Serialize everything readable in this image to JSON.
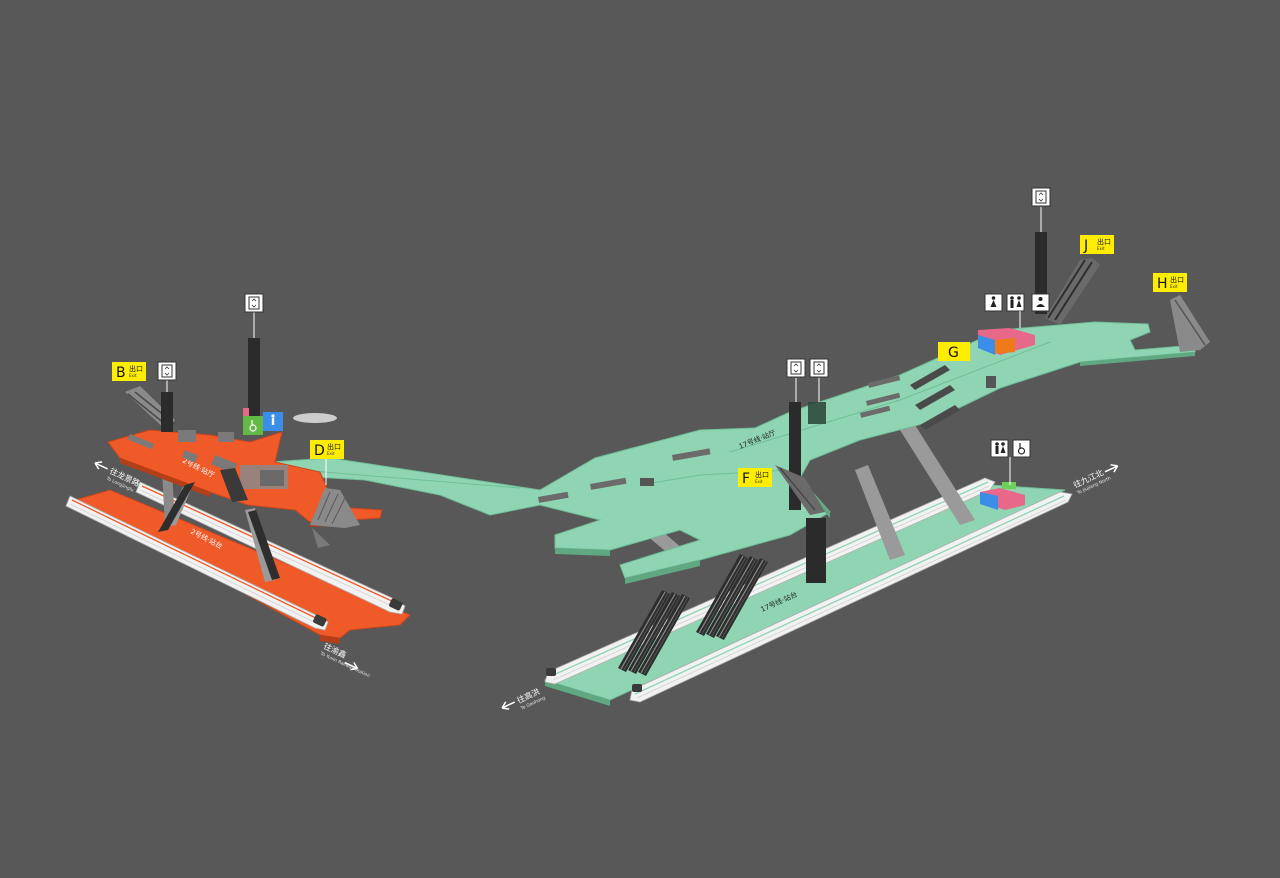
{
  "colors": {
    "background": "#585858",
    "line2": "#f05a28",
    "line17": "#8fd5b3",
    "exit_label_bg": "#ffed00",
    "train": "#f2f2f2",
    "escalator": "#3a3a3a"
  },
  "labels": {
    "line2_concourse": "2号线·站厅",
    "line2_platform": "2号线·站台",
    "line17_concourse": "17号线·站厅",
    "line17_platform": "17号线·站台"
  },
  "exits": [
    {
      "id": "B",
      "letter": "B",
      "cn": "出口",
      "en": "Exit"
    },
    {
      "id": "D",
      "letter": "D",
      "cn": "出口",
      "en": "Exit"
    },
    {
      "id": "F",
      "letter": "F",
      "cn": "出口",
      "en": "Exit"
    },
    {
      "id": "G",
      "letter": "G",
      "cn": "",
      "en": ""
    },
    {
      "id": "J",
      "letter": "J",
      "cn": "出口",
      "en": "Exit"
    },
    {
      "id": "H",
      "letter": "H",
      "cn": "出口",
      "en": "Exit"
    }
  ],
  "directions": {
    "longjing": {
      "cn": "往龙景路",
      "en": "To Longjinglu"
    },
    "yuxin": {
      "cn": "往渝鑫",
      "en": "To Yuxin Railway Station"
    },
    "gaohong": {
      "cn": "往高洪",
      "en": "To Gaohong"
    },
    "jiujiang": {
      "cn": "往九江北",
      "en": "To Jiujiang North"
    }
  },
  "icons": {
    "elevator": "elevator-icon",
    "accessible": "wheelchair-icon",
    "restroom_female": "female-restroom-icon",
    "restroom_male": "male-restroom-icon",
    "baby_care": "baby-care-icon",
    "service": "service-counter-icon"
  }
}
